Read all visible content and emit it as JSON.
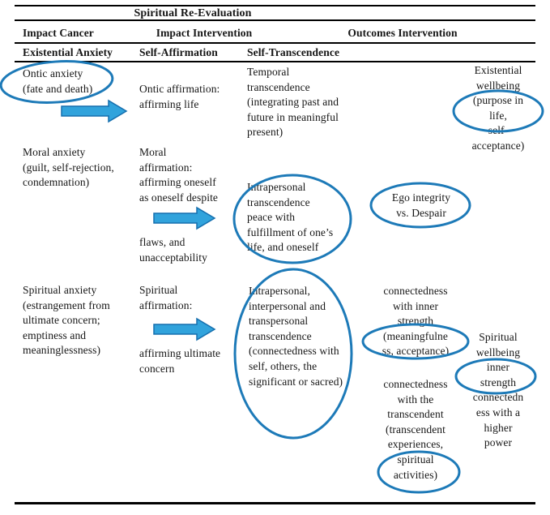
{
  "colors": {
    "ellipse_stroke": "#1d7ab8",
    "arrow_fill": "#31a3dc",
    "arrow_stroke": "#156fae",
    "rule_color": "#000000"
  },
  "header": {
    "title": "Spiritual Re-Evaluation",
    "col_impact_cancer": "Impact Cancer",
    "col_impact_intervention": "Impact Intervention",
    "col_outcomes_intervention": "Outcomes Intervention",
    "sub_existential_anxiety": "Existential Anxiety",
    "sub_self_affirmation": "Self-Affirmation",
    "sub_self_transcendence": "Self-Transcendence"
  },
  "rows": {
    "ontic": {
      "anxiety": "Ontic anxiety\n(fate and death)",
      "affirmation": "Ontic affirmation:\naffirming life",
      "transcendence": "Temporal\ntranscendence\n(integrating past and\nfuture in meaningful\npresent)",
      "outcome_wellbeing": "Existential\nwellbeing\n(purpose in\nlife,\nself-\nacceptance)"
    },
    "moral": {
      "anxiety": "Moral anxiety\n(guilt, self-rejection,\ncondemnation)",
      "affirmation_top": "Moral\naffirmation:\naffirming oneself\nas oneself despite",
      "affirmation_bottom": "flaws, and\nunacceptability",
      "transcendence": "Intrapersonal\ntranscendence\npeace with\nfulfillment of one’s\nlife, and oneself",
      "outcome": "Ego integrity\nvs. Despair"
    },
    "spiritual": {
      "anxiety": "Spiritual anxiety\n(estrangement from\nultimate concern;\nemptiness and\nmeaninglessness)",
      "affirmation_top": "Spiritual\naffirmation:",
      "affirmation_bottom": "affirming ultimate\nconcern",
      "transcendence": "Intrapersonal,\ninterpersonal and\ntranspersonal\ntranscendence\n(connectedness with\nself, others, the\nsignificant or sacred)",
      "outcome_inner": "connectedness\nwith inner\nstrength\n(meaningfulne\nss, acceptance)",
      "outcome_transcendent": "connectedness\nwith the\ntranscendent\n(transcendent\nexperiences,\nspiritual\nactivities)",
      "outcome_wellbeing": "Spiritual\nwellbeing\ninner\nstrength\nconnectedn\ness with a\nhigher\npower"
    }
  }
}
